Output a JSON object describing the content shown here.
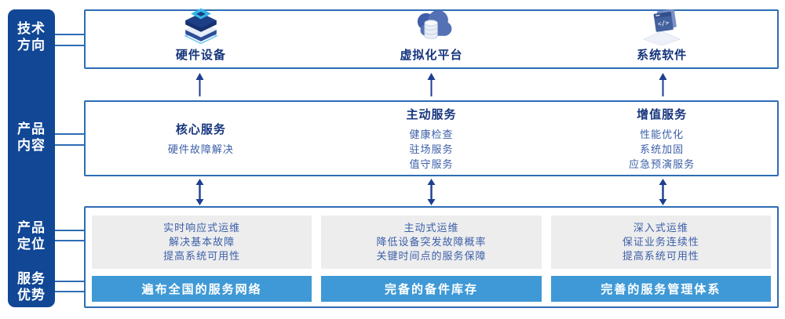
{
  "left_rail": {
    "items": [
      {
        "id": "tech-direction",
        "line1": "技术",
        "line2": "方向"
      },
      {
        "id": "product-content",
        "line1": "产品",
        "line2": "内容"
      },
      {
        "id": "product-positioning",
        "line1": "产品",
        "line2": "定位"
      },
      {
        "id": "service-advantage",
        "line1": "服务",
        "line2": "优势"
      }
    ]
  },
  "tech_row": {
    "items": [
      {
        "icon": "server-stack-icon",
        "label": "硬件设备"
      },
      {
        "icon": "cloud-database-icon",
        "label": "虚拟化平台"
      },
      {
        "icon": "code-window-icon",
        "label": "系统软件"
      }
    ]
  },
  "content_row": {
    "columns": [
      {
        "title": "核心服务",
        "items": [
          "硬件故障解决"
        ]
      },
      {
        "title": "主动服务",
        "items": [
          "健康检查",
          "驻场服务",
          "值守服务"
        ]
      },
      {
        "title": "增值服务",
        "items": [
          "性能优化",
          "系统加固",
          "应急预演服务"
        ]
      }
    ]
  },
  "positioning_row": {
    "columns": [
      {
        "points": [
          "实时响应式运维",
          "解决基本故障",
          "提高系统可用性"
        ],
        "advantage": "遍布全国的服务网络"
      },
      {
        "points": [
          "主动式运维",
          "降低设备突发故障概率",
          "关键时间点的服务保障"
        ],
        "advantage": "完备的备件库存"
      },
      {
        "points": [
          "深入式运维",
          "保证业务连续性",
          "提高系统可用性"
        ],
        "advantage": "完善的服务管理体系"
      }
    ]
  },
  "icons": {
    "arrows_up": "up-arrow-icon",
    "arrows_double": "double-arrow-icon"
  },
  "colors": {
    "rail_bg": "#114795",
    "box_border": "#2e6cb4",
    "heading_text": "#16357d",
    "body_text": "#3c5fa7",
    "advantage_bar_bg": "#3f99d6",
    "advantage_bar_text": "#ffffff",
    "panel_bg": "#ededee",
    "arrow": "#1c3f8f"
  }
}
